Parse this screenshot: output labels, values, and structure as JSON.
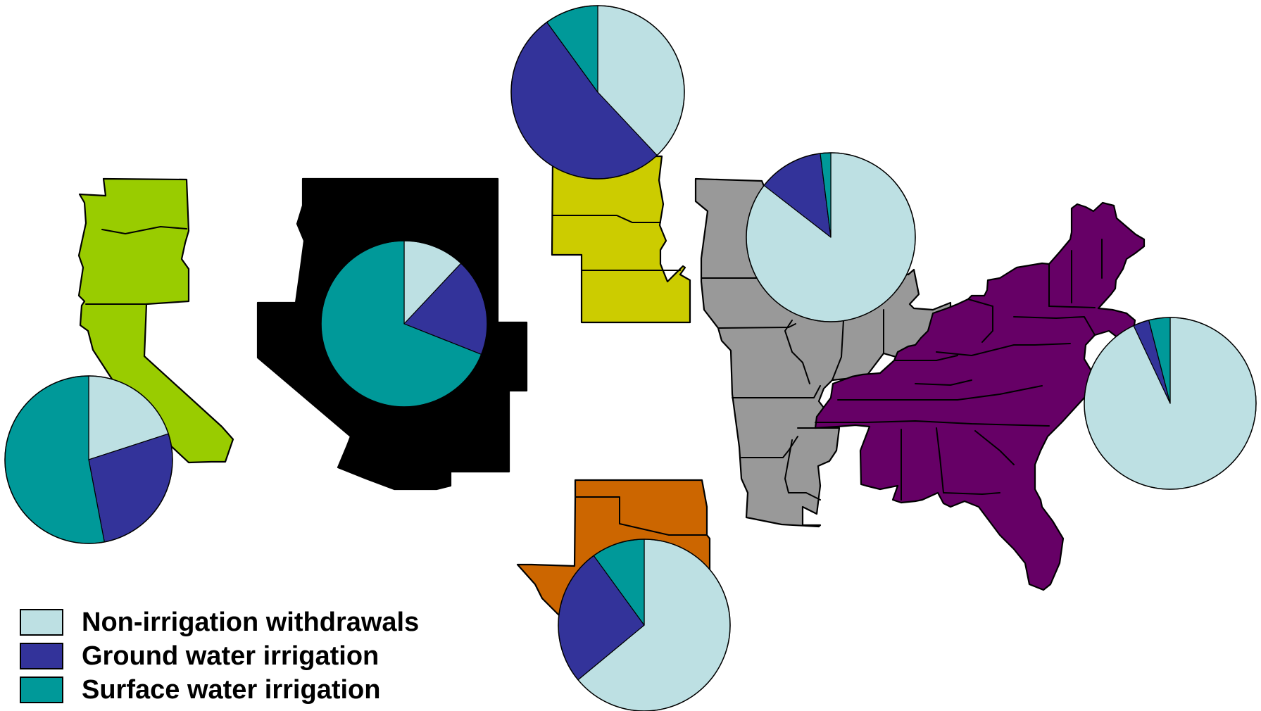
{
  "colors": {
    "non_irrigation": "#bde0e3",
    "ground_water": "#33339a",
    "surface_water": "#009999",
    "regions": {
      "pacific": "#99cc00",
      "mountain": "#000000",
      "northern_plains": "#cccc00",
      "southern_plains": "#cc6600",
      "midwest": "#999999",
      "east": "#660066"
    }
  },
  "legend": {
    "items": [
      {
        "key": "non_irrigation",
        "label": "Non-irrigation withdrawals"
      },
      {
        "key": "ground_water",
        "label": "Ground water irrigation"
      },
      {
        "key": "surface_water",
        "label": "Surface water irrigation"
      }
    ]
  },
  "chart_data": {
    "type": "pie",
    "categories": [
      "Non-irrigation withdrawals",
      "Ground water irrigation",
      "Surface water irrigation"
    ],
    "regions": [
      {
        "region": "pacific",
        "values": [
          0.2,
          0.27,
          0.53
        ]
      },
      {
        "region": "mountain",
        "values": [
          0.12,
          0.19,
          0.69
        ]
      },
      {
        "region": "northern_plains",
        "values": [
          0.38,
          0.52,
          0.1
        ]
      },
      {
        "region": "southern_plains",
        "values": [
          0.64,
          0.26,
          0.1
        ]
      },
      {
        "region": "midwest",
        "values": [
          0.855,
          0.125,
          0.02
        ]
      },
      {
        "region": "east",
        "values": [
          0.93,
          0.03,
          0.04
        ]
      }
    ]
  }
}
